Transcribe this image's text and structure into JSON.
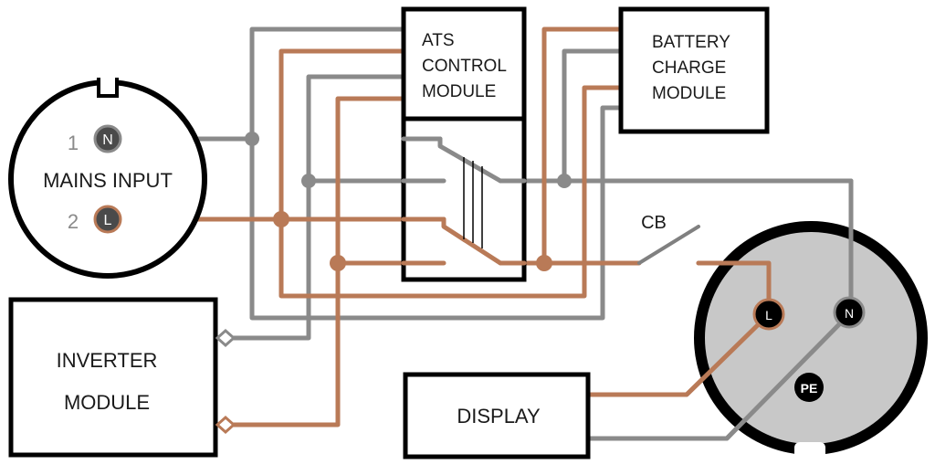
{
  "colors": {
    "neutral_wire": "#8a8a8a",
    "live_wire": "#b97a57",
    "box_border": "#000000",
    "socket_fill": "#c8c8c8",
    "pin_fill": "#4a4a4a"
  },
  "mains_input": {
    "title": "MAINS INPUT",
    "pin1_number": "1",
    "pin1_label": "N",
    "pin2_number": "2",
    "pin2_label": "L"
  },
  "ats_control_module": {
    "line1": "ATS",
    "line2": "CONTROL",
    "line3": "MODULE"
  },
  "battery_charge_module": {
    "line1": "BATTERY",
    "line2": "CHARGE",
    "line3": "MODULE"
  },
  "circuit_breaker": {
    "label": "CB"
  },
  "inverter_module": {
    "line1": "INVERTER",
    "line2": "MODULE"
  },
  "display_module": {
    "label": "DISPLAY"
  },
  "output_socket": {
    "live_pin": "L",
    "neutral_pin": "N",
    "earth_pin": "PE"
  }
}
